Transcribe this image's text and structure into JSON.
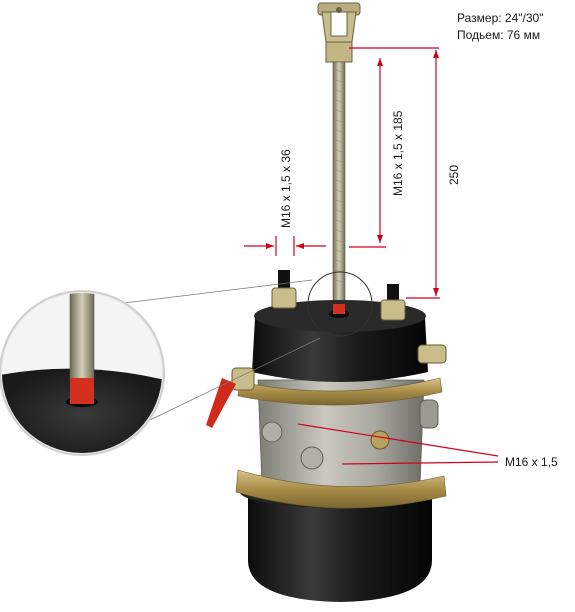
{
  "specs": {
    "size": "Размер: 24\"/30\"",
    "stroke": "Подьем: 76 мм"
  },
  "dimensions": {
    "thread_short": "M16 x 1,5 x 36",
    "thread_long": "M16 x 1,5 x 185",
    "length": "250",
    "mount_thread": "M16 x 1,5"
  },
  "colors": {
    "dimension_line": "#d0021b",
    "body": "#1c1c1c",
    "housing": "#a8a8a0",
    "band": "#b8a060"
  }
}
